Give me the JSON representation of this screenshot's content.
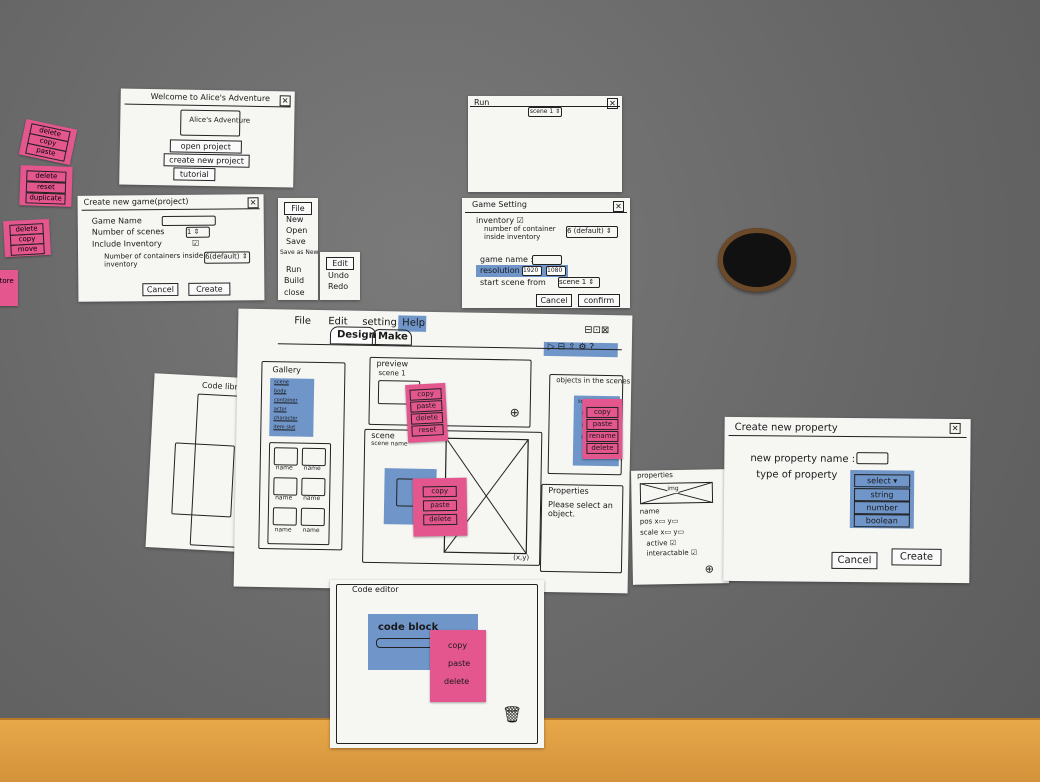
{
  "welcome": {
    "title": "Welcome to Alice's Adventure",
    "app_name": "Alice's Adventure",
    "open_btn": "open project",
    "create_btn": "create new project",
    "tutorial_btn": "tutorial"
  },
  "create_game": {
    "title": "Create new game(project)",
    "game_name_label": "Game Name",
    "scenes_label": "Number of scenes",
    "scenes_value": "1",
    "inventory_label": "Include Inventory",
    "containers_label": "Number of containers inside inventory",
    "containers_value": "6(default)",
    "cancel": "Cancel",
    "create": "Create"
  },
  "file_menu": {
    "title": "File",
    "items": [
      "New",
      "Open",
      "Save",
      "Save as New",
      "Run",
      "Build",
      "close"
    ]
  },
  "edit_menu": {
    "title": "Edit",
    "items": [
      "Undo",
      "Redo"
    ]
  },
  "run_window": {
    "title": "Run",
    "scene_select": "scene 1"
  },
  "game_setting": {
    "title": "Game Setting",
    "inventory_label": "inventory",
    "containers_label": "number of container inside inventory",
    "containers_value": "6 (default)",
    "game_name_label": "game name :",
    "resolution_label": "resolution",
    "res_w": "1920",
    "res_h": "1080",
    "start_scene_label": "start scene from",
    "start_scene_value": "scene 1",
    "cancel": "Cancel",
    "confirm": "confirm"
  },
  "main_window": {
    "menu": [
      "File",
      "Edit",
      "setting",
      "Help"
    ],
    "tabs": [
      "Design",
      "Make"
    ],
    "gallery": {
      "title": "Gallery",
      "list": [
        "scene",
        "body",
        "container",
        "actor",
        "character",
        "item slot"
      ],
      "thumb_label": "name"
    },
    "preview": {
      "title": "preview",
      "scene_label": "scene 1"
    },
    "scene": {
      "title": "scene",
      "subtitle": "scene name",
      "coords": "(x,y)"
    },
    "objects": {
      "title": "objects in the scenes",
      "items": [
        "scene",
        "item",
        "item",
        "item"
      ]
    },
    "properties": {
      "title": "Properties",
      "message": "Please select an object."
    }
  },
  "code_library": {
    "title": "Code library"
  },
  "properties_panel": {
    "title": "properties",
    "img": "img",
    "name": "name",
    "pos": "pos",
    "scale": "scale",
    "x": "x",
    "y": "y",
    "active": "active",
    "interactable": "interactable"
  },
  "new_property": {
    "title": "Create new property",
    "name_label": "new property name :",
    "type_label": "type of property",
    "options": [
      "select",
      "string",
      "number",
      "boolean"
    ],
    "cancel": "Cancel",
    "create": "Create"
  },
  "code_editor": {
    "title": "Code editor",
    "block": "code block"
  },
  "sticky_menus": {
    "copy": "copy",
    "paste": "paste",
    "delete": "delete",
    "reset": "reset",
    "rename": "rename",
    "duplicate": "duplicate",
    "move": "move",
    "store": "store"
  }
}
